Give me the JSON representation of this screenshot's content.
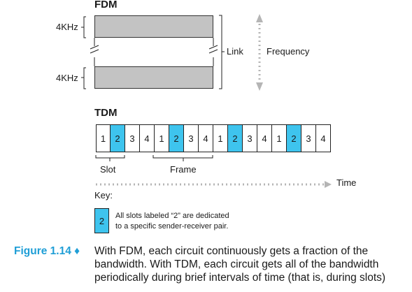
{
  "fdm": {
    "title": "FDM",
    "band_top_label": "4KHz",
    "band_bottom_label": "4KHz",
    "link_label": "Link",
    "frequency_label": "Frequency"
  },
  "tdm": {
    "title": "TDM",
    "slots": [
      "1",
      "2",
      "3",
      "4",
      "1",
      "2",
      "3",
      "4",
      "1",
      "2",
      "3",
      "4",
      "1",
      "2",
      "3",
      "4"
    ],
    "highlight_slot": "2",
    "slot_label": "Slot",
    "frame_label": "Frame",
    "time_label": "Time"
  },
  "key": {
    "title": "Key:",
    "box_label": "2",
    "line1": "All slots labeled “2” are dedicated",
    "line2": "to a specific sender-receiver pair."
  },
  "caption": {
    "figure": "Figure 1.14",
    "bullet": "♦",
    "line1": "With FDM, each circuit continuously gets a fraction of the",
    "line2": "bandwidth. With TDM, each circuit gets all of the bandwidth",
    "line3": "periodically during brief intervals of time (that is, during slots)"
  },
  "colors": {
    "highlight": "#3ec4ee",
    "band": "#c3c3c3",
    "figure_label": "#1f9ed6"
  }
}
